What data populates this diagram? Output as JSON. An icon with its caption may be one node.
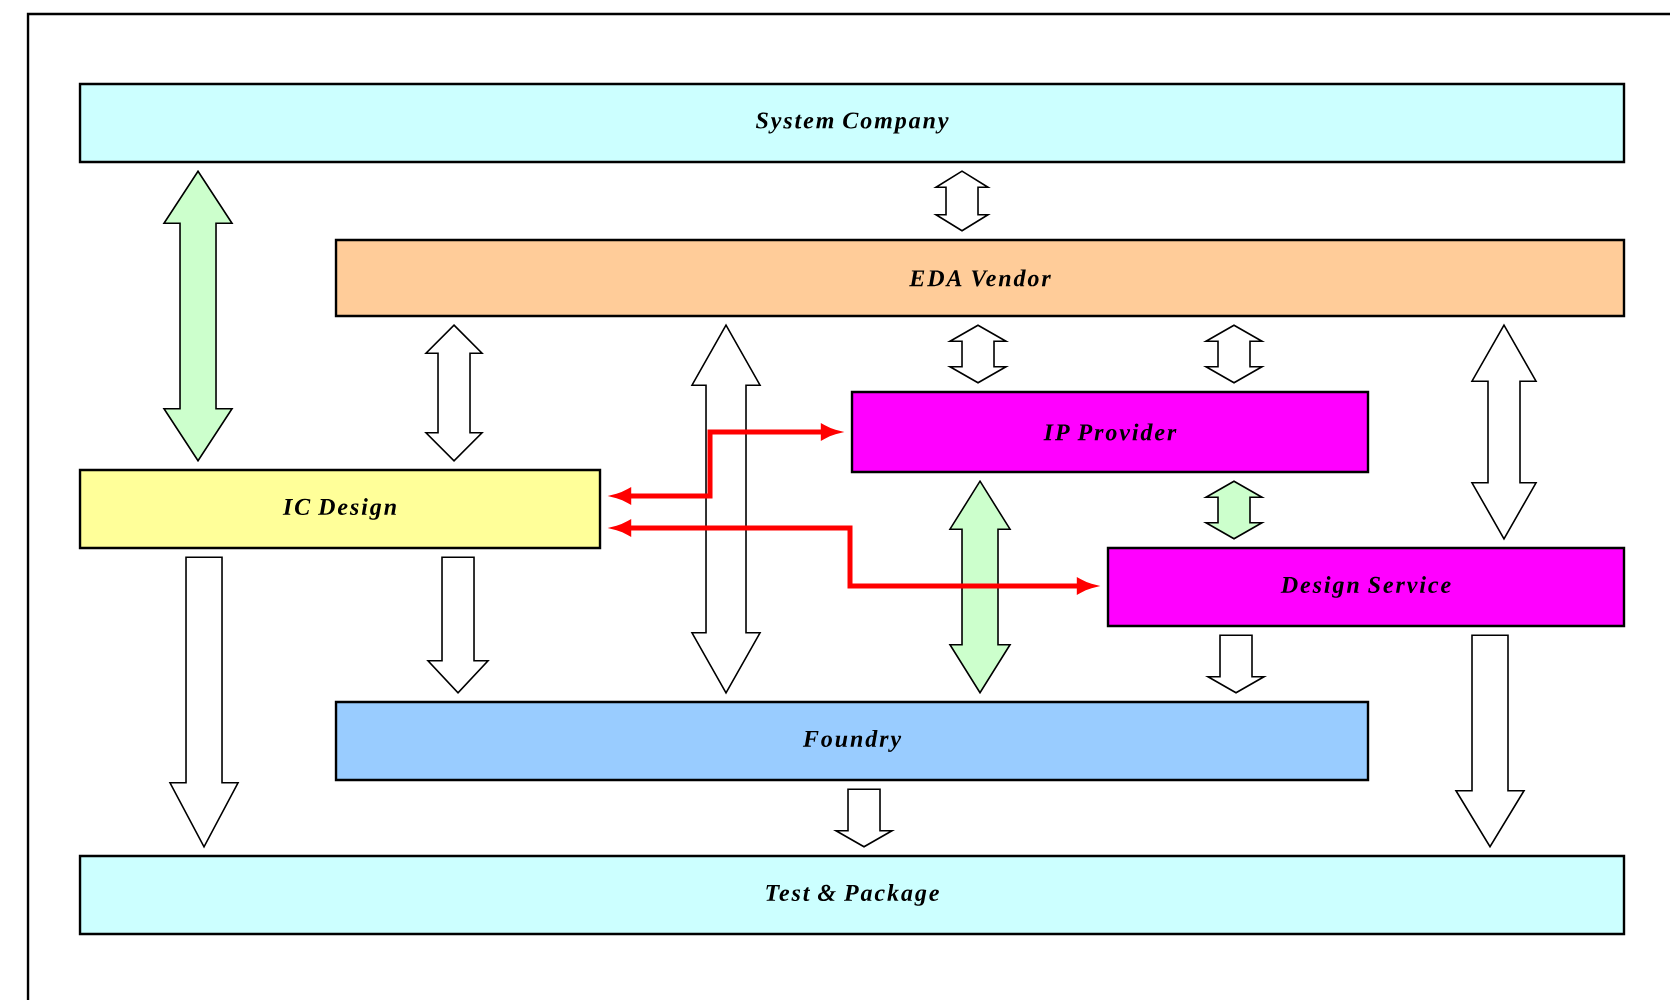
{
  "diagram": {
    "nodes": [
      {
        "text": [
          "System Company"
        ]
      },
      {
        "text": [
          "EDA Vendor"
        ]
      },
      {
        "text": [
          "IC Design"
        ]
      },
      {
        "text": [
          "IP Provider"
        ]
      },
      {
        "text": [
          "Design Service"
        ]
      },
      {
        "text": [
          "Foundry"
        ]
      },
      {
        "text": [
          "Test & Package"
        ]
      }
    ],
    "edges": [
      {
        "from": 0,
        "to": 2,
        "arrow": "both",
        "color": "#ccffcc"
      },
      {
        "from": 0,
        "to": 1,
        "arrow": "both"
      },
      {
        "from": 1,
        "to": 2,
        "arrow": "both"
      },
      {
        "from": 1,
        "to": 5,
        "arrow": "both"
      },
      {
        "from": 1,
        "to": 3,
        "arrow": "both"
      },
      {
        "from": 1,
        "to": 3,
        "arrow": "both"
      },
      {
        "from": 1,
        "to": 4,
        "arrow": "both"
      },
      {
        "from": 3,
        "to": 4,
        "arrow": "both",
        "color": "#ccffcc"
      },
      {
        "from": 3,
        "to": 5,
        "arrow": "both",
        "color": "#ccffcc"
      },
      {
        "from": 2,
        "to": 3,
        "arrow": "both",
        "color": "#ff0000"
      },
      {
        "from": 2,
        "to": 4,
        "arrow": "both",
        "color": "#ff0000"
      },
      {
        "from": 2,
        "to": 6,
        "arrow": "to"
      },
      {
        "from": 2,
        "to": 5,
        "arrow": "to"
      },
      {
        "from": 4,
        "to": 5,
        "arrow": "to"
      },
      {
        "from": 4,
        "to": 6,
        "arrow": "to"
      },
      {
        "from": 5,
        "to": 6,
        "arrow": "to"
      }
    ]
  }
}
